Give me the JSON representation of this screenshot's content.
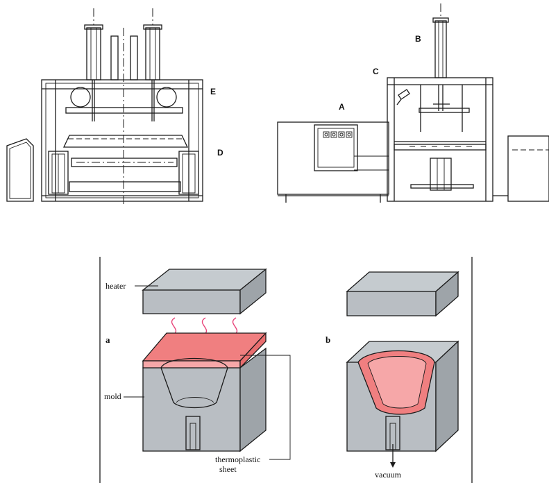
{
  "machine_labels": {
    "a": "A",
    "b": "B",
    "c": "C",
    "d": "D",
    "e": "E"
  },
  "process": {
    "stage_a": "a",
    "stage_b": "b",
    "heater": "heater",
    "mold": "mold",
    "sheet_line1": "thermoplastic",
    "sheet_line2": "sheet",
    "vacuum": "vacuum"
  },
  "colors": {
    "mold_top": "#c5cbcf",
    "mold_front": "#b9bec3",
    "mold_side": "#9ea4a9",
    "sheet": "#f07f80",
    "sheet_light": "#f6a7a8",
    "heat_arrow": "#e8457a",
    "ink": "#1a1a1a"
  }
}
